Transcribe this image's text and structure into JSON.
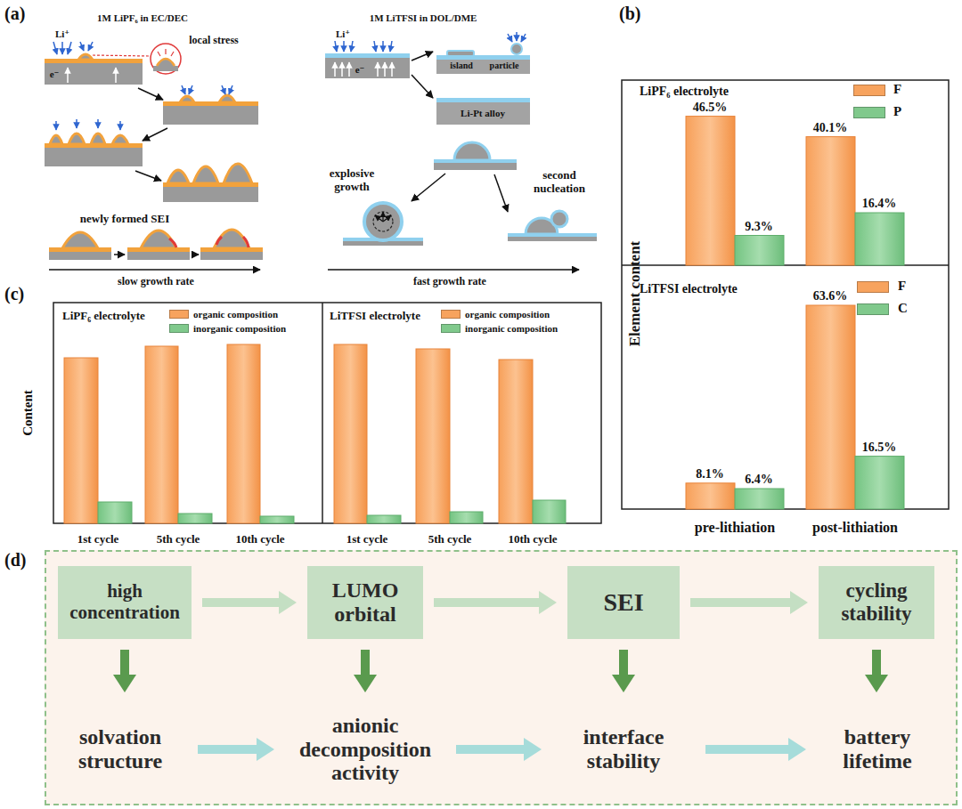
{
  "diagram": {
    "nodes": [
      {
        "text": [
          "(d)"
        ]
      },
      {
        "text": [
          "high concentration"
        ],
        "in": 0
      },
      {
        "text": [
          "LUMO orbital"
        ],
        "in": 0
      },
      {
        "text": [
          "SEI"
        ],
        "in": 0
      },
      {
        "text": [
          "cycling stability"
        ],
        "in": 0
      },
      {
        "text": [
          "solvation structure"
        ],
        "in": 0
      },
      {
        "text": [
          "anionic decomposition activity"
        ],
        "in": 0
      },
      {
        "text": [
          "interface stability"
        ],
        "in": 0
      },
      {
        "text": [
          "battery lifetime"
        ],
        "in": 0
      }
    ],
    "edges": [
      {
        "from": 1,
        "to": 2,
        "arrow": "to"
      },
      {
        "from": 2,
        "to": 3,
        "arrow": "to"
      },
      {
        "from": 3,
        "to": 4,
        "arrow": "to"
      },
      {
        "from": 1,
        "to": 5,
        "arrow": "to"
      },
      {
        "from": 2,
        "to": 6,
        "arrow": "to"
      },
      {
        "from": 3,
        "to": 7,
        "arrow": "to"
      },
      {
        "from": 4,
        "to": 8,
        "arrow": "to"
      },
      {
        "from": 5,
        "to": 6,
        "arrow": "to"
      },
      {
        "from": 6,
        "to": 7,
        "arrow": "to"
      },
      {
        "from": 7,
        "to": 8,
        "arrow": "to"
      }
    ],
    "labels": [
      "(a)",
      "1M LiPF₆ in EC/DEC",
      "Li⁺",
      "local stress",
      "e⁻",
      "newly formed SEI",
      "slow growth rate",
      "1M LiTFSI in DOL/DME",
      "Li⁺",
      "e⁻",
      "island",
      "particle",
      "Li-Pt alloy",
      "explosive growth",
      "second nucleation",
      "fast growth rate",
      "(b)",
      "LiPF₆ electrolyte",
      "46.5%",
      "9.3%",
      "40.1%",
      "16.4%",
      "Element content",
      "LiTFSI electrolyte",
      "8.1%",
      "6.4%",
      "63.6%",
      "16.5%",
      "pre-lithiation",
      "post-lithiation",
      "(c)",
      "Content",
      "LiPF₆ electrolyte",
      "LiTFSI electrolyte",
      "1st cycle",
      "5th cycle",
      "10th cycle",
      "1st cycle",
      "5th cycle",
      "10th cycle"
    ],
    "legend": [
      {
        "text": "F",
        "color": "#f7a35e"
      },
      {
        "text": "P",
        "color": "#80c98c"
      },
      {
        "text": "F",
        "color": "#f7a35e"
      },
      {
        "text": "C",
        "color": "#80c98c"
      },
      {
        "text": "organic composition",
        "color": "#f7a35e"
      },
      {
        "text": "inorganic composition",
        "color": "#80c98c"
      },
      {
        "text": "organic composition",
        "color": "#f7a35e"
      },
      {
        "text": "inorganic composition",
        "color": "#80c98c"
      }
    ]
  }
}
